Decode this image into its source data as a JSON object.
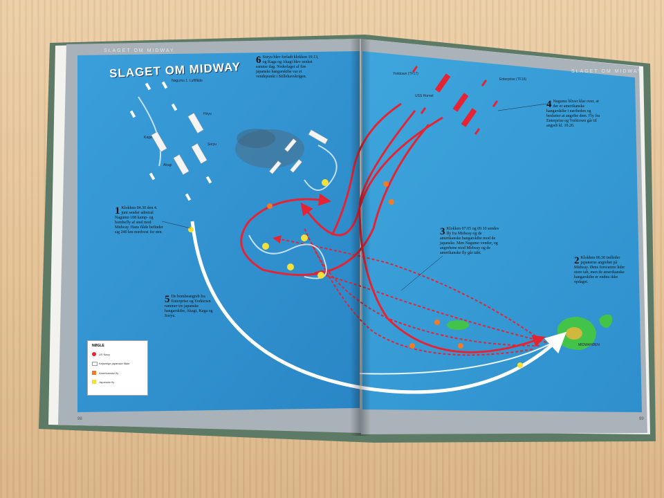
{
  "book": {
    "left_header": "SLAGET OM MIDWAY",
    "right_header": "SLAGET OM MIDWAY",
    "title": "SLAGET OM MIDWAY",
    "page_left": "98",
    "page_right": "99"
  },
  "map_labels": {
    "yorktown": "Yorktown (TF17)",
    "enterprise": "Enterprise (TF16)",
    "hornet": "USS Hornet",
    "cs": "Nagumo 1. Luftflåde",
    "akagi": "Akagi",
    "kaga": "Kaga",
    "hiryu": "Hiryu",
    "soryu": "Soryu",
    "midway": "MIDWAYØEN"
  },
  "notes": [
    {
      "num": "1",
      "text": "Klokken 04.30 den 4. juni sender admiral Nagumo 108 kamp- og bombefly af sted mod Midway. Hans flåde befinder sig 240 km nordvest for øen."
    },
    {
      "num": "2",
      "text": "Klokken 06.30 indleder japanerne angrebet på Midway. Øens forsvarere lider store tab, men de amerikanske hangarskibe er endnu ikke opdaget."
    },
    {
      "num": "3",
      "text": "Klokken 07.05 og 09.10 sendes fly fra Midway og de amerikanske hangarskibe mod de japanske. Men Nagumo vender, og angrebene mod Midway og de amerikanske fly går tabt."
    },
    {
      "num": "4",
      "text": "Nagumo bliver klar over, at der er amerikanske hangarskibe i nærheden og beslutter at angribe dem. Fly fra Enterprise og Yorktown går til angreb kl. 10.20."
    },
    {
      "num": "5",
      "text": "De bombeangreb fra Enterprise og Yorktown rammer tre japanske hangarskibe, Akagi, Kaga og Soryu."
    },
    {
      "num": "6",
      "text": "Soryu blev forladt klokken 19.13, og Kaga og Akagi blev senket samme dag. Nederlaget af fire japanske hangarskibe var et vendepunkt i Stillehavskrigen."
    }
  ],
  "legend": {
    "title": "NØGLE",
    "items": [
      "US Navy",
      "Kejserlige japanske flåde",
      "Amerikanske fly",
      "Japanske fly"
    ]
  },
  "colors": {
    "sea": "#3aa0d8",
    "us_red": "#e52333",
    "japan_white": "#ffffff",
    "island_green": "#44c34a"
  }
}
